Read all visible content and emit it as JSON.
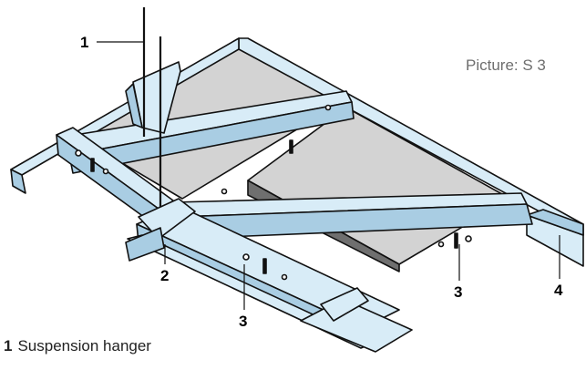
{
  "caption": "Picture: S 3",
  "callouts": {
    "c1": "1",
    "c2": "2",
    "c3a": "3",
    "c3b": "3",
    "c4": "4"
  },
  "legend": [
    {
      "number": "1",
      "text": "Suspension hanger"
    }
  ],
  "colors": {
    "rail_fill": "#d8ecf7",
    "rail_shade": "#a9cde3",
    "panel_fill": "#d3d3d3",
    "panel_edge": "#6f6f6f",
    "outline": "#111111",
    "caption_text": "#6e6e6e"
  }
}
